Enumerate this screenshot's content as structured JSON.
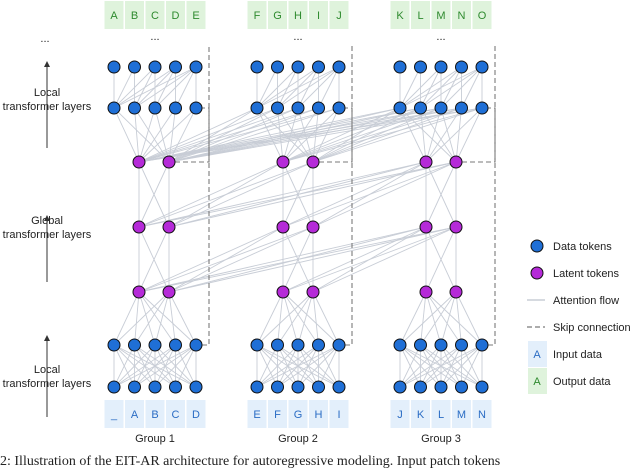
{
  "left_labels": {
    "top_ellipsis": "...",
    "local_top": [
      "Local",
      "transformer layers"
    ],
    "global": [
      "Global",
      "transformer layers"
    ],
    "local_bottom": [
      "Local",
      "transformer layers"
    ]
  },
  "groups": [
    {
      "label": "Group 1",
      "inputs": [
        "_",
        "A",
        "B",
        "C",
        "D"
      ],
      "outputs": [
        "A",
        "B",
        "C",
        "D",
        "E"
      ],
      "ellipsis": "..."
    },
    {
      "label": "Group 2",
      "inputs": [
        "E",
        "F",
        "G",
        "H",
        "I"
      ],
      "outputs": [
        "F",
        "G",
        "H",
        "I",
        "J"
      ],
      "ellipsis": "..."
    },
    {
      "label": "Group 3",
      "inputs": [
        "J",
        "K",
        "L",
        "M",
        "N"
      ],
      "outputs": [
        "K",
        "L",
        "M",
        "N",
        "O"
      ],
      "ellipsis": "..."
    }
  ],
  "legend": [
    {
      "key": "data",
      "label": "Data tokens"
    },
    {
      "key": "latent",
      "label": "Latent tokens"
    },
    {
      "key": "attention",
      "label": "Attention flow"
    },
    {
      "key": "skip",
      "label": "Skip connection"
    },
    {
      "key": "input",
      "label": "Input data",
      "sample": "A"
    },
    {
      "key": "output",
      "label": "Output data",
      "sample": "A"
    }
  ],
  "colors": {
    "data_fill": "#1f6fd6",
    "latent_fill": "#b52ad8",
    "node_stroke": "#111111",
    "attention": "#c8cdd6",
    "skip": "#7a7a7a",
    "input_bg": "#e3effb",
    "input_text": "#2a6cc4",
    "output_bg": "#dff3dc",
    "output_text": "#2e8a2e"
  },
  "caption": "2: Illustration of the EIT-AR architecture for autoregressive modeling. Input patch tokens"
}
